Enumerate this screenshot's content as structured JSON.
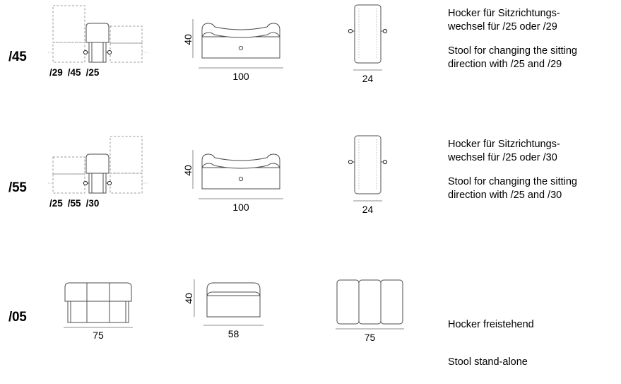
{
  "document": {
    "type": "furniture-technical-specification",
    "title": "Hocker / Stool variants"
  },
  "rows": [
    {
      "code": "/45",
      "plan": {
        "labels": [
          "/29",
          "/45",
          "/25"
        ],
        "mirrored": false
      },
      "front": {
        "width_label": "100",
        "height_label": "40"
      },
      "side": {
        "width_label": "24"
      },
      "description": {
        "de": "Hocker für Sitzrichtungs-\nwechsel für /25 oder /29",
        "de_line1": "Hocker für Sitzrichtungs-",
        "de_line2": "wechsel für /25 oder /29",
        "en_line1": "Stool for changing the sitting",
        "en_line2": "direction with /25 and /29"
      }
    },
    {
      "code": "/55",
      "plan": {
        "labels": [
          "/25",
          "/55",
          "/30"
        ],
        "mirrored": true
      },
      "front": {
        "width_label": "100",
        "height_label": "40"
      },
      "side": {
        "width_label": "24"
      },
      "description": {
        "de_line1": "Hocker für Sitzrichtungs-",
        "de_line2": "wechsel für /25 oder /30",
        "en_line1": "Stool for changing the sitting",
        "en_line2": "direction with /25 and /30"
      }
    },
    {
      "code": "/05",
      "plan": {
        "labels": [],
        "width_label": "75",
        "segments": 3
      },
      "front": {
        "width_label": "58",
        "height_label": "40"
      },
      "side": {
        "width_label": "75",
        "segments": 3
      },
      "description": {
        "de_line1": "Hocker freistehend",
        "de_line2": "",
        "en_line1": "Stool stand-alone",
        "en_line2": ""
      }
    }
  ],
  "colors": {
    "line": "#4d4d4d",
    "dashed": "#9a9a9a",
    "dimension": "#8d8d8d",
    "text": "#000000",
    "background": "#ffffff"
  }
}
